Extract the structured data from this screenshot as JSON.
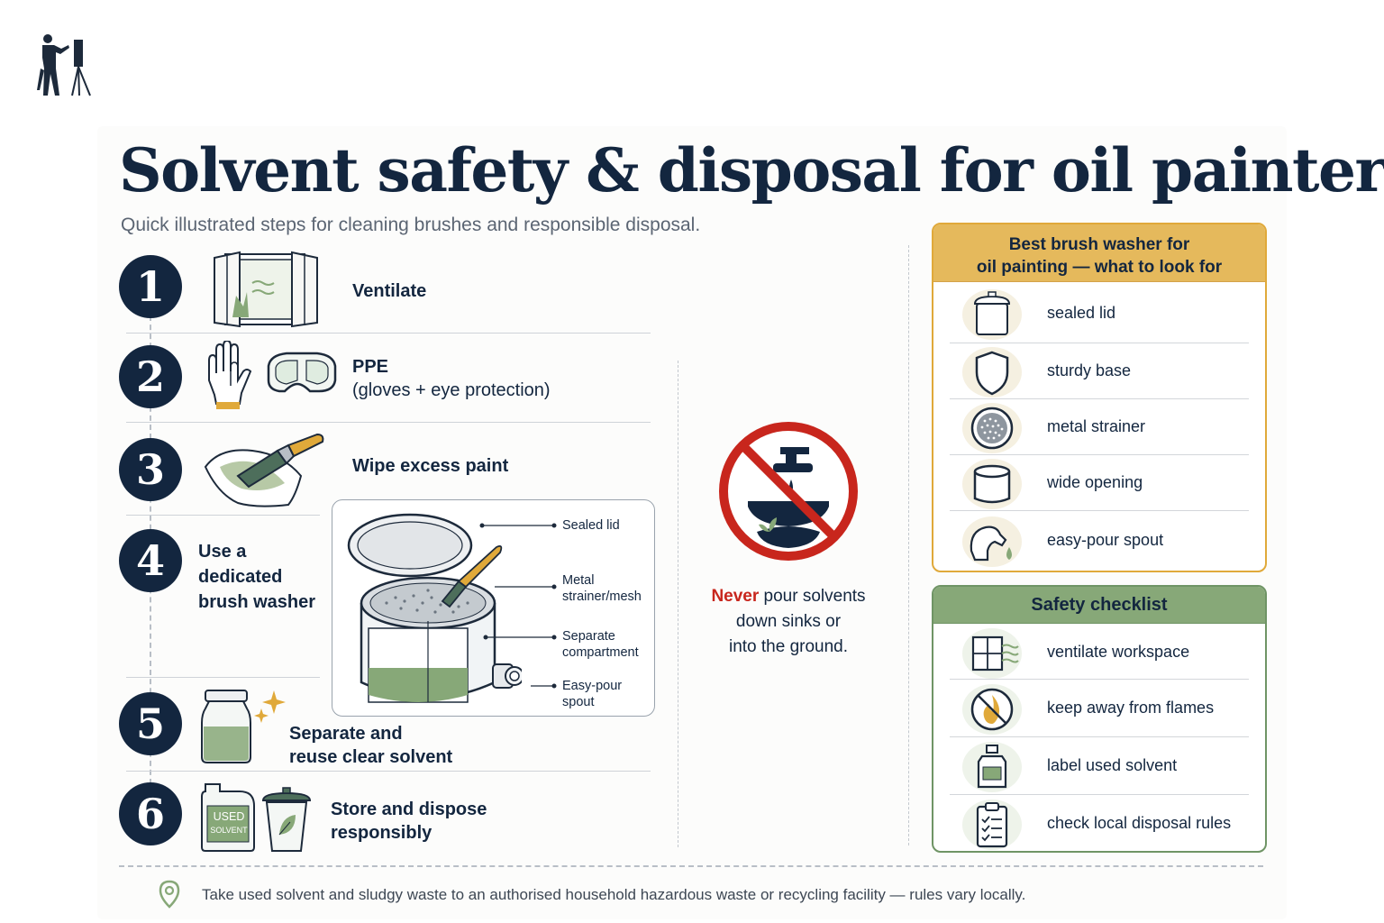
{
  "header": {
    "title": "Solvent safety & disposal for oil painters",
    "subtitle": "Quick illustrated steps for cleaning brushes and responsible disposal."
  },
  "steps": [
    {
      "number": "1",
      "label": "Ventilate"
    },
    {
      "number": "2",
      "label": "PPE",
      "detail": "(gloves + eye protection)"
    },
    {
      "number": "3",
      "label": "Wipe excess paint"
    },
    {
      "number": "4",
      "label_lines": [
        "Use a",
        "dedicated",
        "brush washer"
      ]
    },
    {
      "number": "5",
      "label_lines": [
        "Separate and",
        "reuse clear solvent"
      ]
    },
    {
      "number": "6",
      "label_lines": [
        "Store and dispose",
        "responsibly"
      ]
    }
  ],
  "washer_diagram": {
    "callouts": [
      "Sealed lid",
      "Metal strainer/mesh",
      "Separate compartment",
      "Easy-pour spout"
    ],
    "callout_lines": [
      [
        "Sealed lid"
      ],
      [
        "Metal",
        "strainer/mesh"
      ],
      [
        "Separate",
        "compartment"
      ],
      [
        "Easy-pour",
        "spout"
      ]
    ]
  },
  "jug_label": {
    "line1": "USED",
    "line2": "SOLVENT"
  },
  "warning": {
    "emphasis": "Never",
    "line1_rest": " pour solvents",
    "line2": "down sinks or",
    "line3": "into the ground."
  },
  "washer_panel": {
    "title_line1": "Best brush washer for",
    "title_line2": "oil painting — what to look for",
    "items": [
      {
        "label": "sealed lid",
        "icon": "lid-icon"
      },
      {
        "label": "sturdy base",
        "icon": "shield-icon"
      },
      {
        "label": "metal strainer",
        "icon": "strainer-icon"
      },
      {
        "label": "wide opening",
        "icon": "opening-icon"
      },
      {
        "label": "easy-pour spout",
        "icon": "spout-icon"
      }
    ]
  },
  "safety_panel": {
    "title": "Safety checklist",
    "items": [
      {
        "label": "ventilate workspace",
        "icon": "window-icon"
      },
      {
        "label": "keep away from flames",
        "icon": "no-flame-icon"
      },
      {
        "label": "label used solvent",
        "icon": "bottle-icon"
      },
      {
        "label": "check local disposal rules",
        "icon": "clipboard-icon"
      }
    ]
  },
  "footer": {
    "text": "Take used solvent and sludgy waste to an authorised household hazardous waste or recycling facility — rules vary locally.",
    "icon": "location-pin-icon"
  },
  "colors": {
    "navy": "#13263f",
    "gold": "#e5b95c",
    "gold_border": "#e0a93a",
    "green": "#87a878",
    "green_border": "#6f9465",
    "red": "#c8261d"
  }
}
